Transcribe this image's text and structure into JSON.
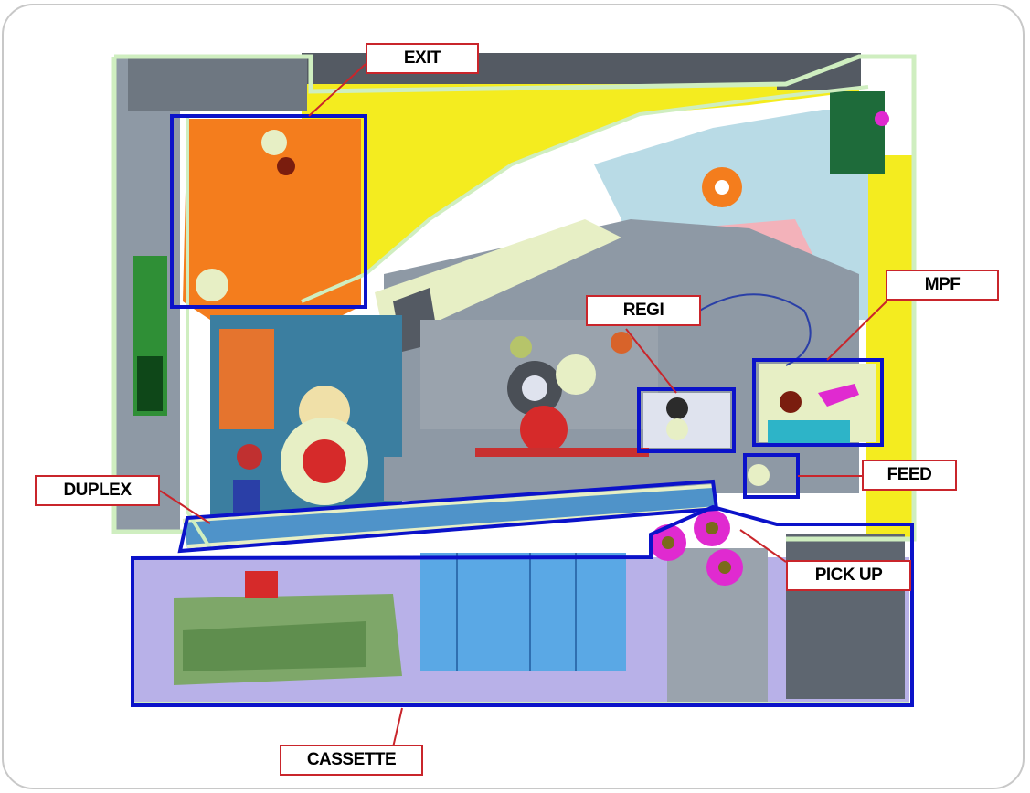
{
  "colors": {
    "zone_box": "#0b12c9",
    "callout": "#c9252b",
    "outline": "#cfeec0",
    "top_cover": "#f4ec1f",
    "fuser": "#f47d1d",
    "frame_body": "#8e99a5",
    "cassette": "#b8b1e8",
    "toner": "#5aa8e5",
    "pickup_roller": "#e02ad0"
  },
  "zones": [
    {
      "id": "exit",
      "label": "EXIT"
    },
    {
      "id": "mpf",
      "label": "MPF"
    },
    {
      "id": "regi",
      "label": "REGI"
    },
    {
      "id": "feed",
      "label": "FEED"
    },
    {
      "id": "duplex",
      "label": "DUPLEX"
    },
    {
      "id": "pickup",
      "label": "PICK UP"
    },
    {
      "id": "cassette",
      "label": "CASSETTE"
    }
  ]
}
